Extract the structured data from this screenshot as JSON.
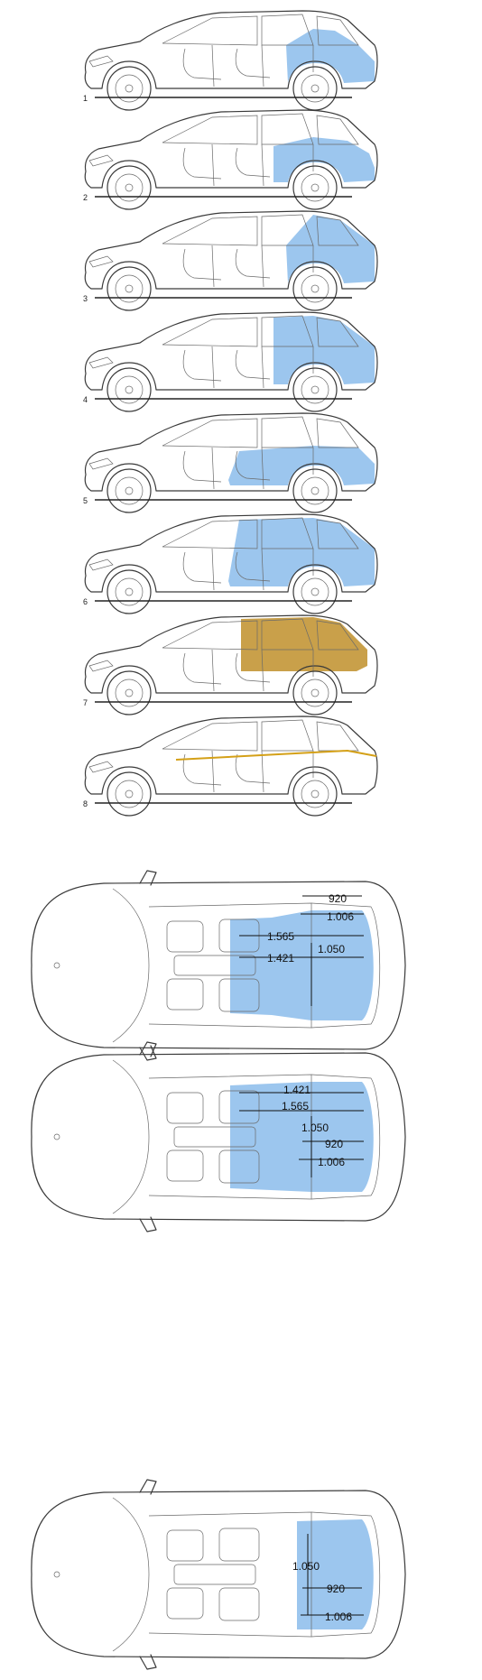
{
  "colors": {
    "cargo_blue": "#9cc6ee",
    "cargo_gold": "#c9a04a",
    "line": "#3a3a3a",
    "accent_line": "#d4a017"
  },
  "side_views": [
    {
      "label": "1",
      "fill": "blue"
    },
    {
      "label": "2",
      "fill": "blue"
    },
    {
      "label": "3",
      "fill": "blue"
    },
    {
      "label": "4",
      "fill": "blue"
    },
    {
      "label": "5",
      "fill": "blue"
    },
    {
      "label": "6",
      "fill": "blue"
    },
    {
      "label": "7",
      "fill": "gold"
    },
    {
      "label": "8",
      "fill": "none"
    }
  ],
  "top_views": [
    {
      "dims": [
        "920",
        "1.006",
        "1.565",
        "1.050",
        "1.421"
      ]
    },
    {
      "dims": [
        "1.421",
        "1.565",
        "1.050",
        "920",
        "1.006"
      ]
    },
    {
      "dims": [
        "1.050",
        "920",
        "1.006"
      ]
    }
  ]
}
